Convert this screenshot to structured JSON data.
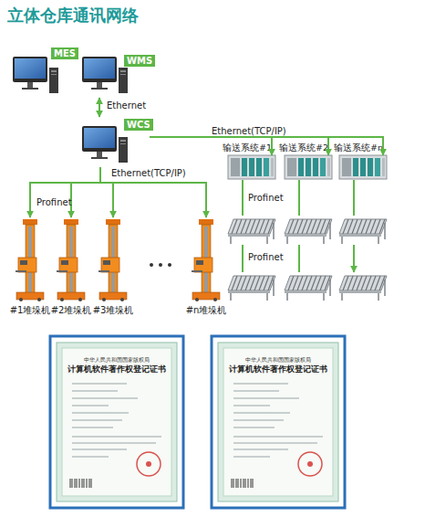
{
  "diagram": {
    "title": "立体仓库通讯网络",
    "nodes": [
      {
        "text": [
          "MES"
        ]
      },
      {
        "text": [
          "WMS"
        ]
      },
      {
        "text": [
          "WCS"
        ]
      },
      {
        "text": [
          "#1堆垛机"
        ]
      },
      {
        "text": [
          "#2堆垛机"
        ]
      },
      {
        "text": [
          "#3堆垛机"
        ]
      },
      {
        "text": [
          "#n堆垛机"
        ]
      },
      {
        "text": [
          "输送系统#1"
        ]
      },
      {
        "text": [
          "输送系统#2"
        ]
      },
      {
        "text": [
          "输送系统#n"
        ]
      },
      {
        "text": [
          "中华人民共和国国家版权局",
          "计算机软件著作权登记证书"
        ]
      },
      {
        "text": [
          "中华人民共和国国家版权局",
          "计算机软件著作权登记证书"
        ]
      }
    ],
    "edges": [
      {
        "from": 1,
        "to": 2,
        "arrow": "both",
        "label": "Ethernet"
      },
      {
        "from": 2,
        "to": 3,
        "arrow": "to"
      },
      {
        "from": 2,
        "to": 4,
        "arrow": "to"
      },
      {
        "from": 2,
        "to": 5,
        "arrow": "to"
      },
      {
        "from": 2,
        "to": 6,
        "arrow": "to"
      },
      {
        "from": 2,
        "to": 7,
        "arrow": "to"
      },
      {
        "from": 2,
        "to": 8,
        "arrow": "to"
      },
      {
        "from": 2,
        "to": 9,
        "arrow": "to"
      }
    ],
    "labels": [
      "Ethernet(TCP/IP)",
      "Profinet",
      "Ethernet(TCP/IP)",
      "Profinet",
      "Profinet"
    ]
  }
}
